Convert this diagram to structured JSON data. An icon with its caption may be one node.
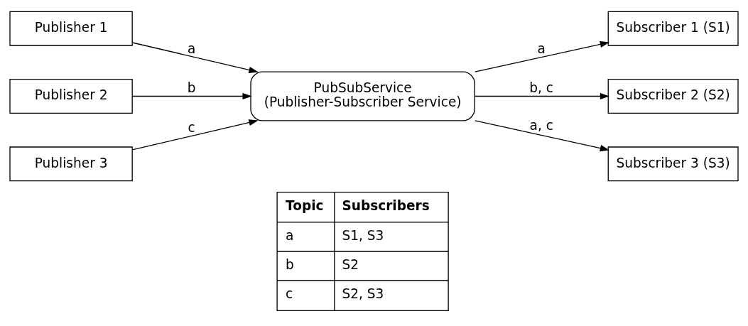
{
  "diagram": {
    "nodes": [
      {
        "text": [
          "Publisher 1"
        ]
      },
      {
        "text": [
          "Publisher 2"
        ]
      },
      {
        "text": [
          "Publisher 3"
        ]
      },
      {
        "text": [
          "PubSubService (Publisher-Subscriber Service)"
        ]
      },
      {
        "text": [
          "Subscriber 1 (S1)"
        ]
      },
      {
        "text": [
          "Subscriber 2 (S2)"
        ]
      },
      {
        "text": [
          "Subscriber 3 (S3)"
        ]
      }
    ],
    "edges": [
      {
        "from": 0,
        "to": 3,
        "arrow": "to",
        "label": "a"
      },
      {
        "from": 1,
        "to": 3,
        "arrow": "to",
        "label": "b"
      },
      {
        "from": 2,
        "to": 3,
        "arrow": "to",
        "label": "c"
      },
      {
        "from": 3,
        "to": 4,
        "arrow": "to",
        "label": "a"
      },
      {
        "from": 3,
        "to": 5,
        "arrow": "to",
        "label": "b, c"
      },
      {
        "from": 3,
        "to": 6,
        "arrow": "to",
        "label": "a, c"
      }
    ],
    "labels": [
      "Topic",
      "Subscribers",
      "a",
      "S1, S3",
      "b",
      "S2",
      "c",
      "S2, S3"
    ]
  }
}
